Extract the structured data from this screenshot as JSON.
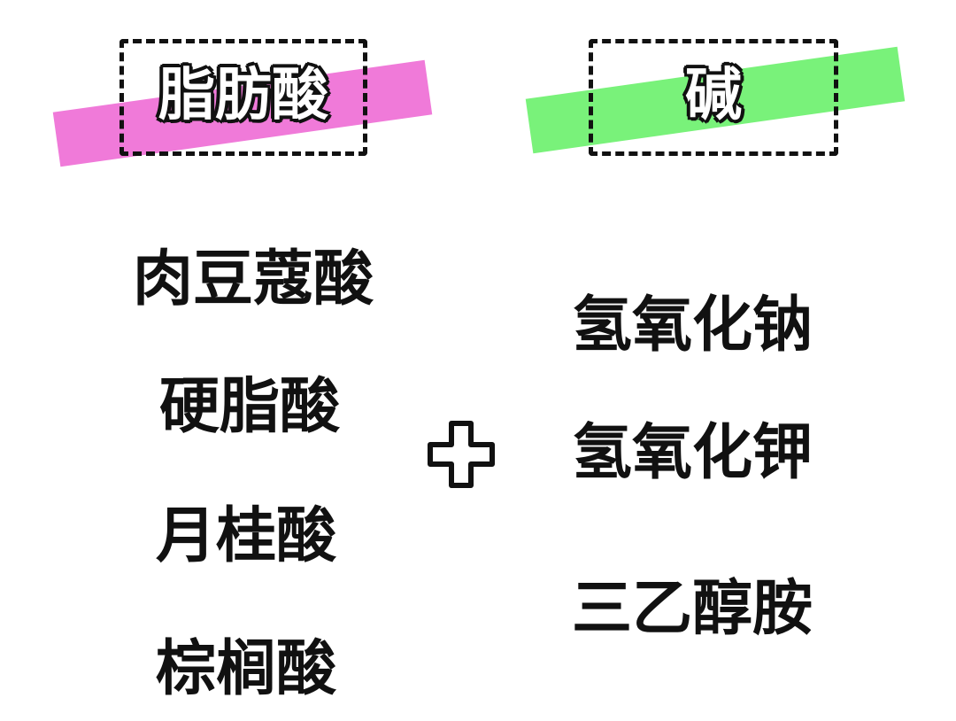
{
  "left_header": {
    "label": "脂肪酸",
    "stripe_color": "#f07ad9"
  },
  "right_header": {
    "label": "碱",
    "stripe_color": "#79f27a"
  },
  "fatty_acids": [
    "肉豆蔻酸",
    "硬脂酸",
    "月桂酸",
    "棕榈酸"
  ],
  "bases": [
    "氢氧化钠",
    "氢氧化钾",
    "三乙醇胺"
  ],
  "plus_icon": "plus-icon",
  "colors": {
    "text": "#111111",
    "background": "#ffffff"
  }
}
